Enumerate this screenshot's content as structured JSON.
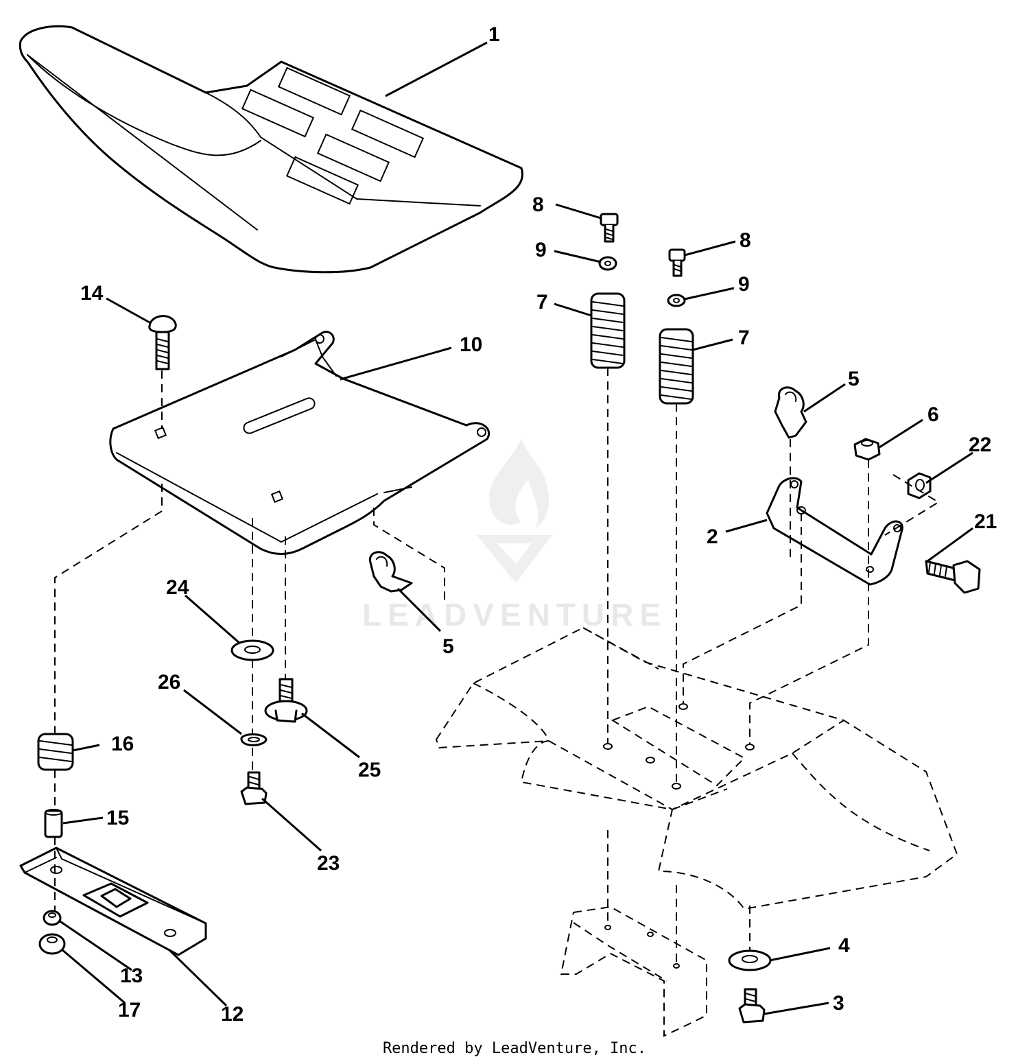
{
  "callouts": [
    {
      "num": "1"
    },
    {
      "num": "14"
    },
    {
      "num": "10"
    },
    {
      "num": "8"
    },
    {
      "num": "9"
    },
    {
      "num": "7"
    },
    {
      "num": "8"
    },
    {
      "num": "9"
    },
    {
      "num": "7"
    },
    {
      "num": "5"
    },
    {
      "num": "6"
    },
    {
      "num": "22"
    },
    {
      "num": "21"
    },
    {
      "num": "2"
    },
    {
      "num": "5"
    },
    {
      "num": "24"
    },
    {
      "num": "26"
    },
    {
      "num": "25"
    },
    {
      "num": "16"
    },
    {
      "num": "15"
    },
    {
      "num": "23"
    },
    {
      "num": "13"
    },
    {
      "num": "17"
    },
    {
      "num": "12"
    },
    {
      "num": "4"
    },
    {
      "num": "3"
    }
  ],
  "watermark": "LEADVENTURE",
  "credit": "Rendered by LeadVenture, Inc.",
  "colors": {
    "line": "#000000",
    "background": "#ffffff",
    "watermark": "#e8e8e8"
  }
}
